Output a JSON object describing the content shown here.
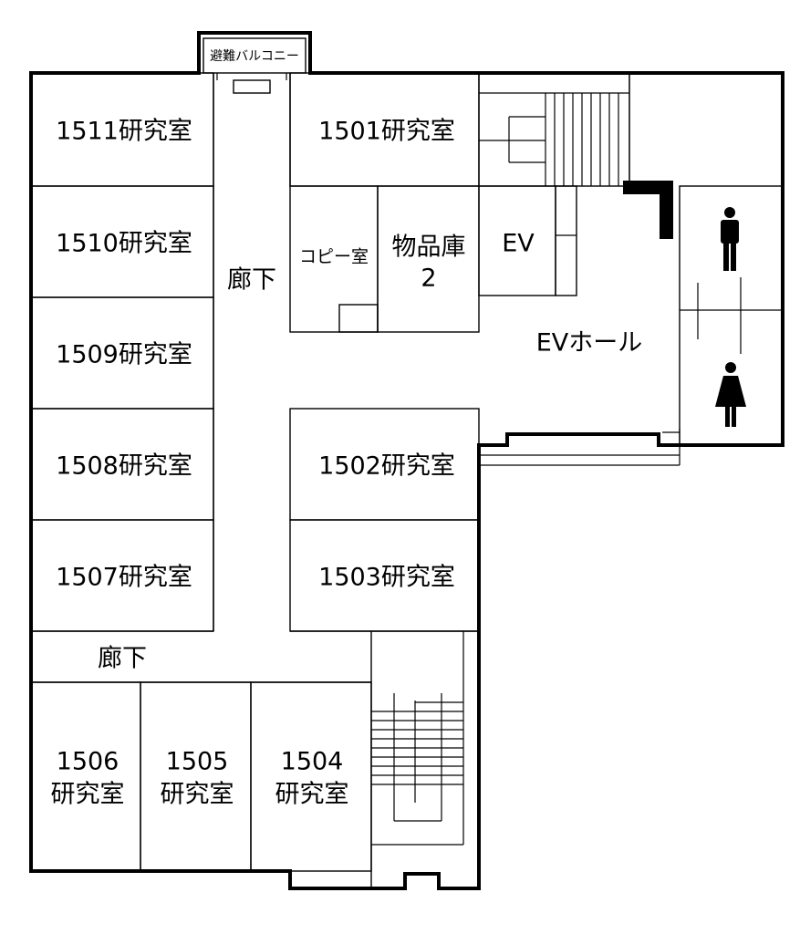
{
  "rooms": {
    "r1511": "1511研究室",
    "r1510": "1510研究室",
    "r1509": "1509研究室",
    "r1508": "1508研究室",
    "r1507": "1507研究室",
    "r1501": "1501研究室",
    "r1502": "1502研究室",
    "r1503": "1503研究室",
    "r1506_num": "1506",
    "r1506_name": "研究室",
    "r1505_num": "1505",
    "r1505_name": "研究室",
    "r1504_num": "1504",
    "r1504_name": "研究室",
    "copy": "コピー室",
    "storage_line1": "物品庫",
    "storage_line2": "2",
    "ev": "EV"
  },
  "areas": {
    "balcony": "避難バルコニー",
    "corridor_vertical": "廊下",
    "corridor_horizontal": "廊下",
    "ev_hall": "EVホール"
  },
  "icons": {
    "men": "male-restroom-icon",
    "women": "female-restroom-icon"
  }
}
